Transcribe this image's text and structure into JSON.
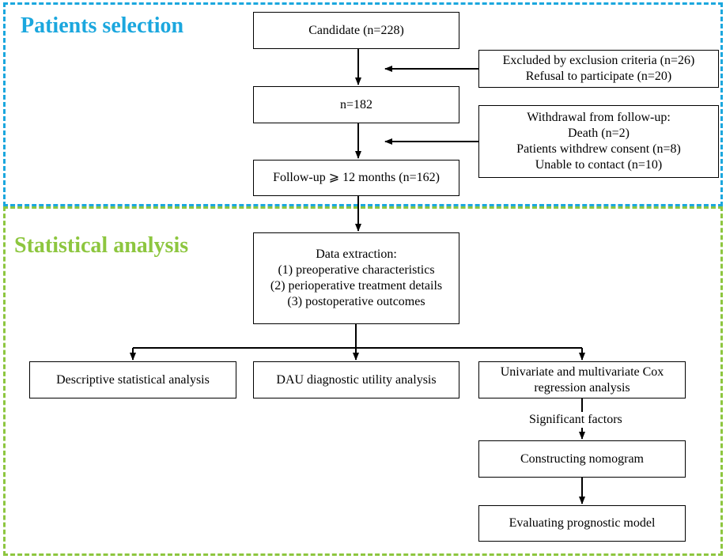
{
  "sections": {
    "selection_title": "Patients selection",
    "analysis_title": "Statistical analysis"
  },
  "colors": {
    "selection_accent": "#1ba7de",
    "analysis_accent": "#8dc63f",
    "line": "#000000"
  },
  "nodes": {
    "candidate": "Candidate (n=228)",
    "excluded": [
      "Excluded by exclusion criteria (n=26)",
      "Refusal to participate (n=20)"
    ],
    "n182": "n=182",
    "withdrawal": [
      "Withdrawal from follow-up:",
      "Death (n=2)",
      "Patients withdrew consent (n=8)",
      "Unable to contact (n=10)"
    ],
    "followup": "Follow-up ⩾ 12 months (n=162)",
    "data_extraction": [
      "Data extraction:",
      "(1) preoperative characteristics",
      "(2) perioperative treatment details",
      "(3) postoperative outcomes"
    ],
    "descriptive": "Descriptive statistical analysis",
    "dau": "DAU diagnostic utility analysis",
    "cox": [
      "Univariate and multivariate Cox",
      "regression analysis"
    ],
    "significant": "Significant factors",
    "nomogram": "Constructing nomogram",
    "evaluating": "Evaluating  prognostic model"
  }
}
